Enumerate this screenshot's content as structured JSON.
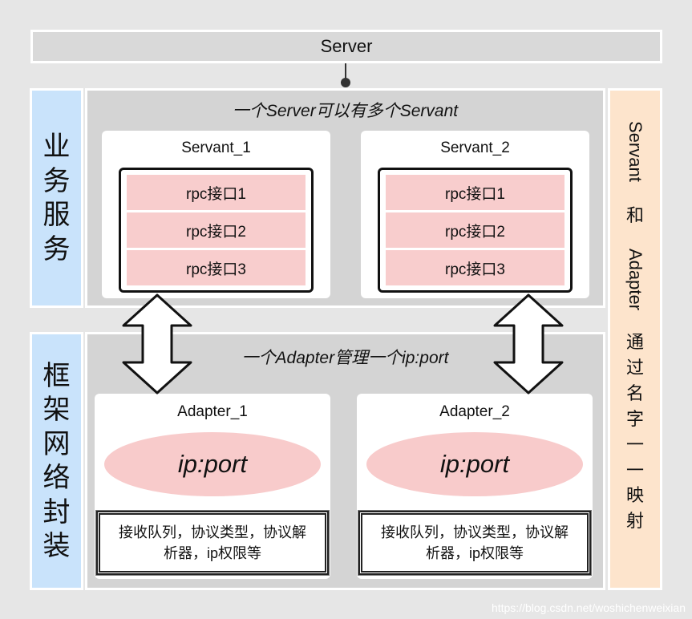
{
  "server": {
    "label": "Server"
  },
  "left_labels": {
    "business": "业务服务",
    "framework": "框架网络封装"
  },
  "right_label": {
    "servant": "Servant",
    "and": "和",
    "adapter": "Adapter",
    "rest": "通过名字一一映射"
  },
  "business_section": {
    "title": "一个Server可以有多个Servant",
    "servants": [
      {
        "name": "Servant_1",
        "rpcs": [
          "rpc接口1",
          "rpc接口2",
          "rpc接口3"
        ]
      },
      {
        "name": "Servant_2",
        "rpcs": [
          "rpc接口1",
          "rpc接口2",
          "rpc接口3"
        ]
      }
    ]
  },
  "framework_section": {
    "title": "一个Adapter管理一个ip:port",
    "adapters": [
      {
        "name": "Adapter_1",
        "endpoint": "ip:port",
        "queue_line1": "接收队列，协议类型，协议解",
        "queue_line2": "析器，ip权限等"
      },
      {
        "name": "Adapter_2",
        "endpoint": "ip:port",
        "queue_line1": "接收队列，协议类型，协议解",
        "queue_line2": "析器，ip权限等"
      }
    ]
  },
  "watermark": "https://blog.csdn.net/woshichenweixian",
  "colors": {
    "blue_label": "#c9e3fb",
    "orange_label": "#fde4cc",
    "pink": "#f8cdcd",
    "section_gray": "#d4d4d4"
  }
}
